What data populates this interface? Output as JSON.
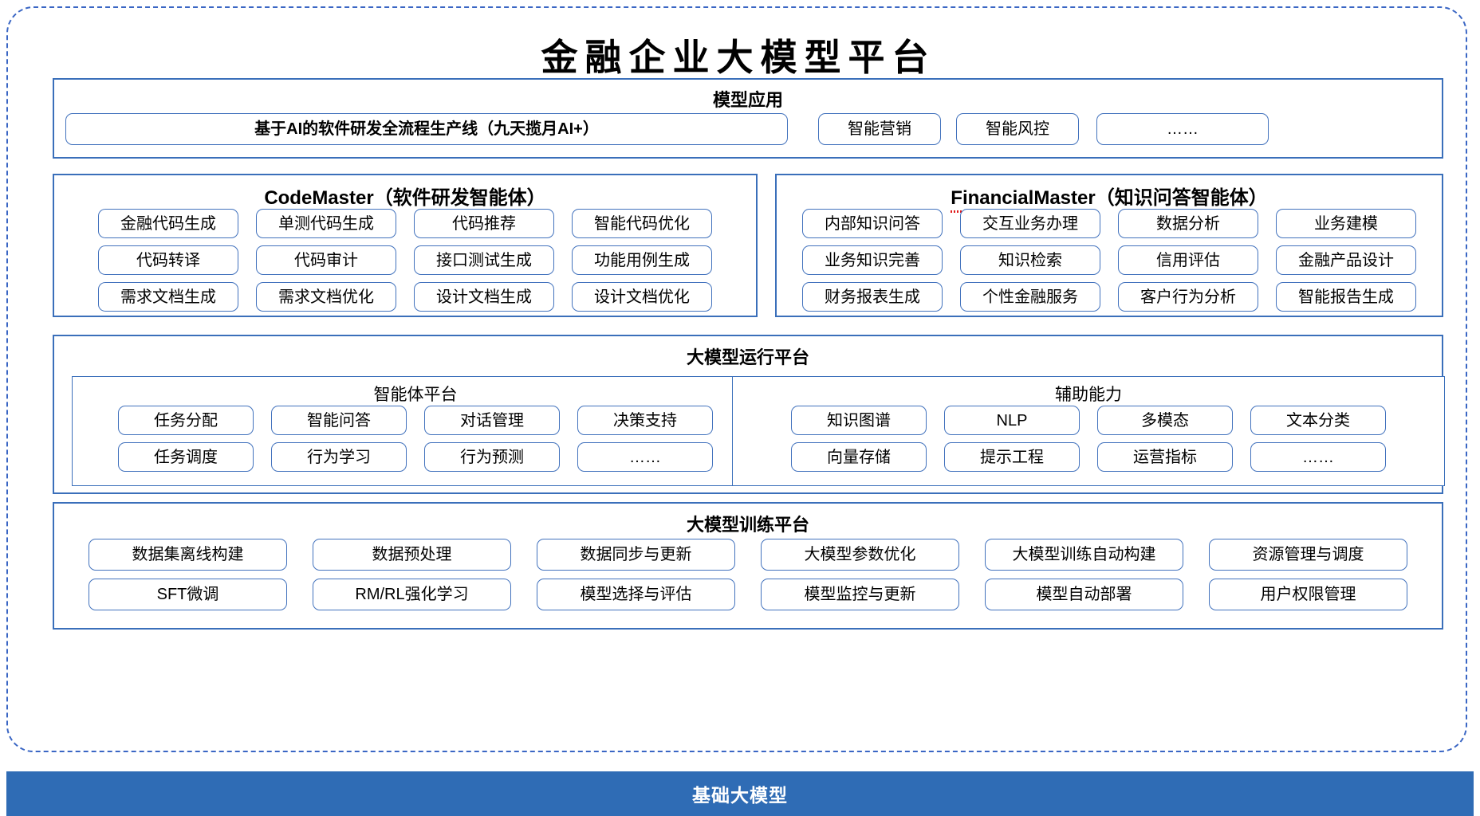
{
  "title": "金融企业大模型平台",
  "colors": {
    "frame_blue": "#3a66c4",
    "box_blue": "#3a6fba",
    "pill_blue": "#4272bd",
    "foundation_bg": "#2f6cb5",
    "spellcheck_red": "#e01b1b"
  },
  "application": {
    "section_title": "模型应用",
    "wide_item": "基于AI的软件研发全流程生产线（九天揽月AI+）",
    "items": [
      "智能营销",
      "智能风控"
    ],
    "more": "……"
  },
  "agents": {
    "codemaster": {
      "name": "CodeMaster",
      "suffix": "（软件研发智能体）",
      "rows": [
        [
          "金融代码生成",
          "单测代码生成",
          "代码推荐",
          "智能代码优化"
        ],
        [
          "代码转译",
          "代码审计",
          "接口测试生成",
          "功能用例生成"
        ],
        [
          "需求文档生成",
          "需求文档优化",
          "设计文档生成",
          "设计文档优化"
        ]
      ]
    },
    "financialmaster": {
      "name": "FinancialMaster",
      "suffix": "（知识问答智能体）",
      "rows": [
        [
          "内部知识问答",
          "交互业务办理",
          "数据分析",
          "业务建模"
        ],
        [
          "业务知识完善",
          "知识检索",
          "信用评估",
          "金融产品设计"
        ],
        [
          "财务报表生成",
          "个性金融服务",
          "客户行为分析",
          "智能报告生成"
        ]
      ]
    }
  },
  "runtime": {
    "section_title": "大模型运行平台",
    "agent_platform": {
      "title": "智能体平台",
      "rows": [
        [
          "任务分配",
          "智能问答",
          "对话管理",
          "决策支持"
        ],
        [
          "任务调度",
          "行为学习",
          "行为预测",
          "……"
        ]
      ]
    },
    "aux_capability": {
      "title": "辅助能力",
      "rows": [
        [
          "知识图谱",
          "NLP",
          "多模态",
          "文本分类"
        ],
        [
          "向量存储",
          "提示工程",
          "运营指标",
          "……"
        ]
      ]
    }
  },
  "training": {
    "section_title": "大模型训练平台",
    "rows": [
      [
        "数据集离线构建",
        "数据预处理",
        "数据同步与更新",
        "大模型参数优化",
        "大模型训练自动构建",
        "资源管理与调度"
      ],
      [
        "SFT微调",
        "RM/RL强化学习",
        "模型选择与评估",
        "模型监控与更新",
        "模型自动部署",
        "用户权限管理"
      ]
    ]
  },
  "foundation": {
    "label": "基础大模型"
  }
}
